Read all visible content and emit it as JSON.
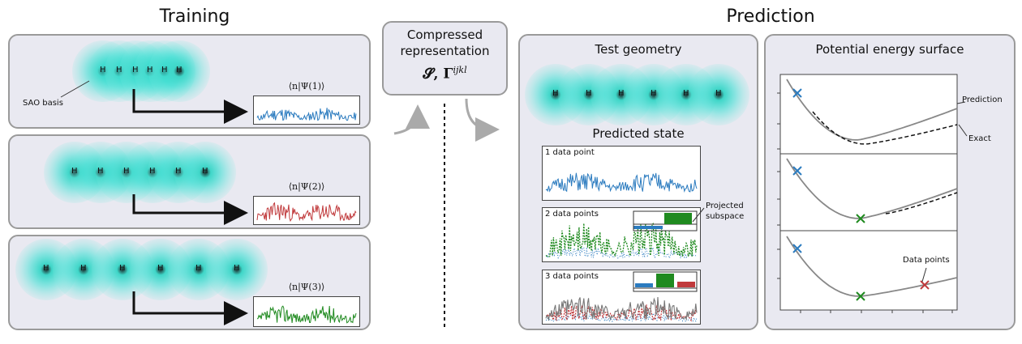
{
  "training": {
    "title": "Training",
    "basis_label": "SAO basis",
    "atom_symbol": "H",
    "states": [
      {
        "label": "⟨n|Ψ(1)⟩",
        "color": "#2b7bbf"
      },
      {
        "label": "⟨n|Ψ(2)⟩",
        "color": "#c0393b"
      },
      {
        "label": "⟨n|Ψ(3)⟩",
        "color": "#1f8a1f"
      }
    ]
  },
  "compressed": {
    "line1": "Compressed",
    "line2": "representation",
    "formula": "𝓢, Γ",
    "formula_sup": "ijkl"
  },
  "prediction": {
    "title": "Prediction",
    "test_geometry_title": "Test geometry",
    "predicted_state_title": "Predicted state",
    "insets": [
      {
        "label": "1 data point"
      },
      {
        "label": "2 data points"
      },
      {
        "label": "3 data points"
      }
    ],
    "projected_label_1": "Projected",
    "projected_label_2": "subspace",
    "pes_title": "Potential energy surface",
    "prediction_label": "Prediction",
    "exact_label": "Exact",
    "data_points_label": "Data points"
  },
  "colors": {
    "blue": "#2b7bbf",
    "red": "#c0393b",
    "green": "#1f8a1f",
    "panel_bg": "#e9e9f1",
    "panel_border": "#9a9a9a",
    "curve_gray": "#888888"
  }
}
